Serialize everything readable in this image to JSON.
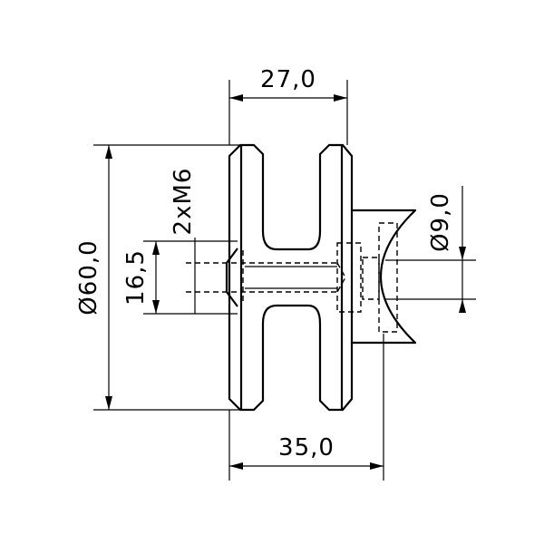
{
  "dimensions": {
    "top_width": "27,0",
    "bottom_width": "35,0",
    "outer_diameter": "Ø60,0",
    "bore_height": "16,5",
    "thread": "2xM6",
    "rod_diameter": "Ø9,0"
  }
}
